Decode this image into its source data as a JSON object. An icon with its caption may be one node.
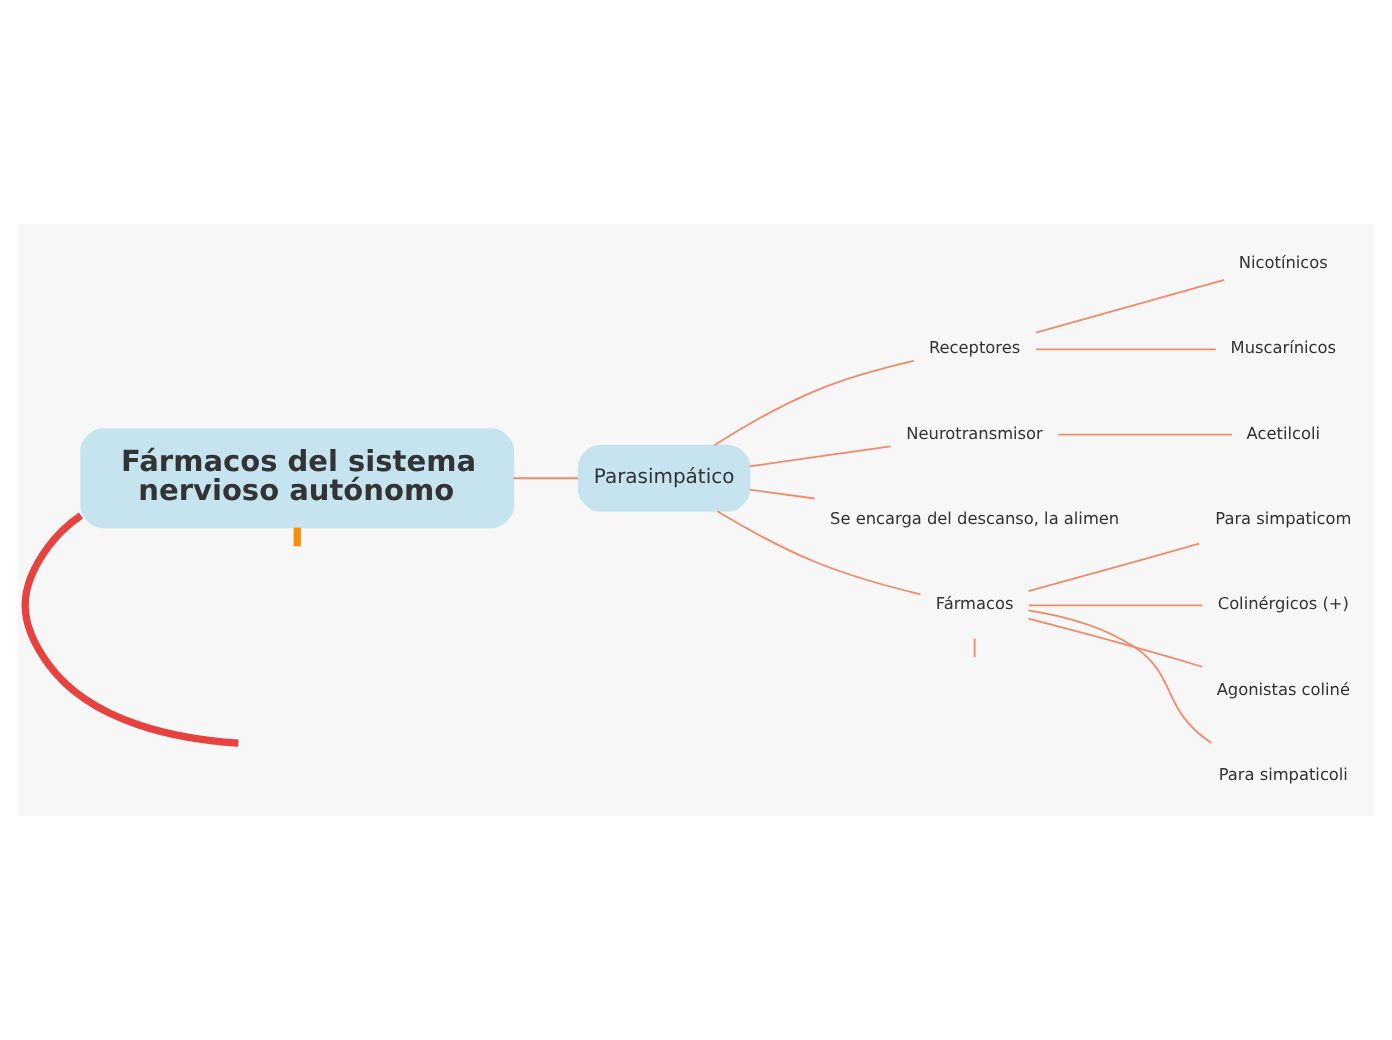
{
  "diagram": {
    "nodes": [
      {
        "text": [
          "Fármacos del sistema nervioso autónomo"
        ]
      },
      {
        "text": [
          "Parasimpático"
        ]
      },
      {
        "text": [
          "Receptores"
        ]
      },
      {
        "text": [
          "Nicotínicos"
        ]
      },
      {
        "text": [
          "Muscarínicos"
        ]
      },
      {
        "text": [
          "Neurotransmisor"
        ]
      },
      {
        "text": [
          "Acetilcoli"
        ]
      },
      {
        "text": [
          "Se encarga del descanso, la alimen"
        ]
      },
      {
        "text": [
          "Fármacos"
        ]
      },
      {
        "text": [
          "Para simpaticom"
        ]
      },
      {
        "text": [
          "Colinérgicos (+)"
        ]
      },
      {
        "text": [
          "Agonistas coliné"
        ]
      },
      {
        "text": [
          "Para simpaticoli"
        ]
      }
    ],
    "edges": [
      {
        "from": 0,
        "to": null,
        "arrow": "none",
        "style": "thick",
        "color": "#e8423f"
      },
      {
        "from": 0,
        "to": null,
        "arrow": "none",
        "style": "thick",
        "color": "#f5900a"
      },
      {
        "from": 0,
        "to": 1,
        "arrow": "none"
      },
      {
        "from": 1,
        "to": 2,
        "arrow": "none"
      },
      {
        "from": 1,
        "to": 5,
        "arrow": "none"
      },
      {
        "from": 1,
        "to": 7,
        "arrow": "none"
      },
      {
        "from": 1,
        "to": 8,
        "arrow": "none"
      },
      {
        "from": 2,
        "to": 3,
        "arrow": "none"
      },
      {
        "from": 2,
        "to": 4,
        "arrow": "none"
      },
      {
        "from": 5,
        "to": 6,
        "arrow": "none"
      },
      {
        "from": 8,
        "to": 9,
        "arrow": "none"
      },
      {
        "from": 8,
        "to": 10,
        "arrow": "none"
      },
      {
        "from": 8,
        "to": 11,
        "arrow": "none"
      },
      {
        "from": 8,
        "to": 12,
        "arrow": "none"
      },
      {
        "from": 8,
        "to": null,
        "arrow": "none"
      }
    ]
  }
}
